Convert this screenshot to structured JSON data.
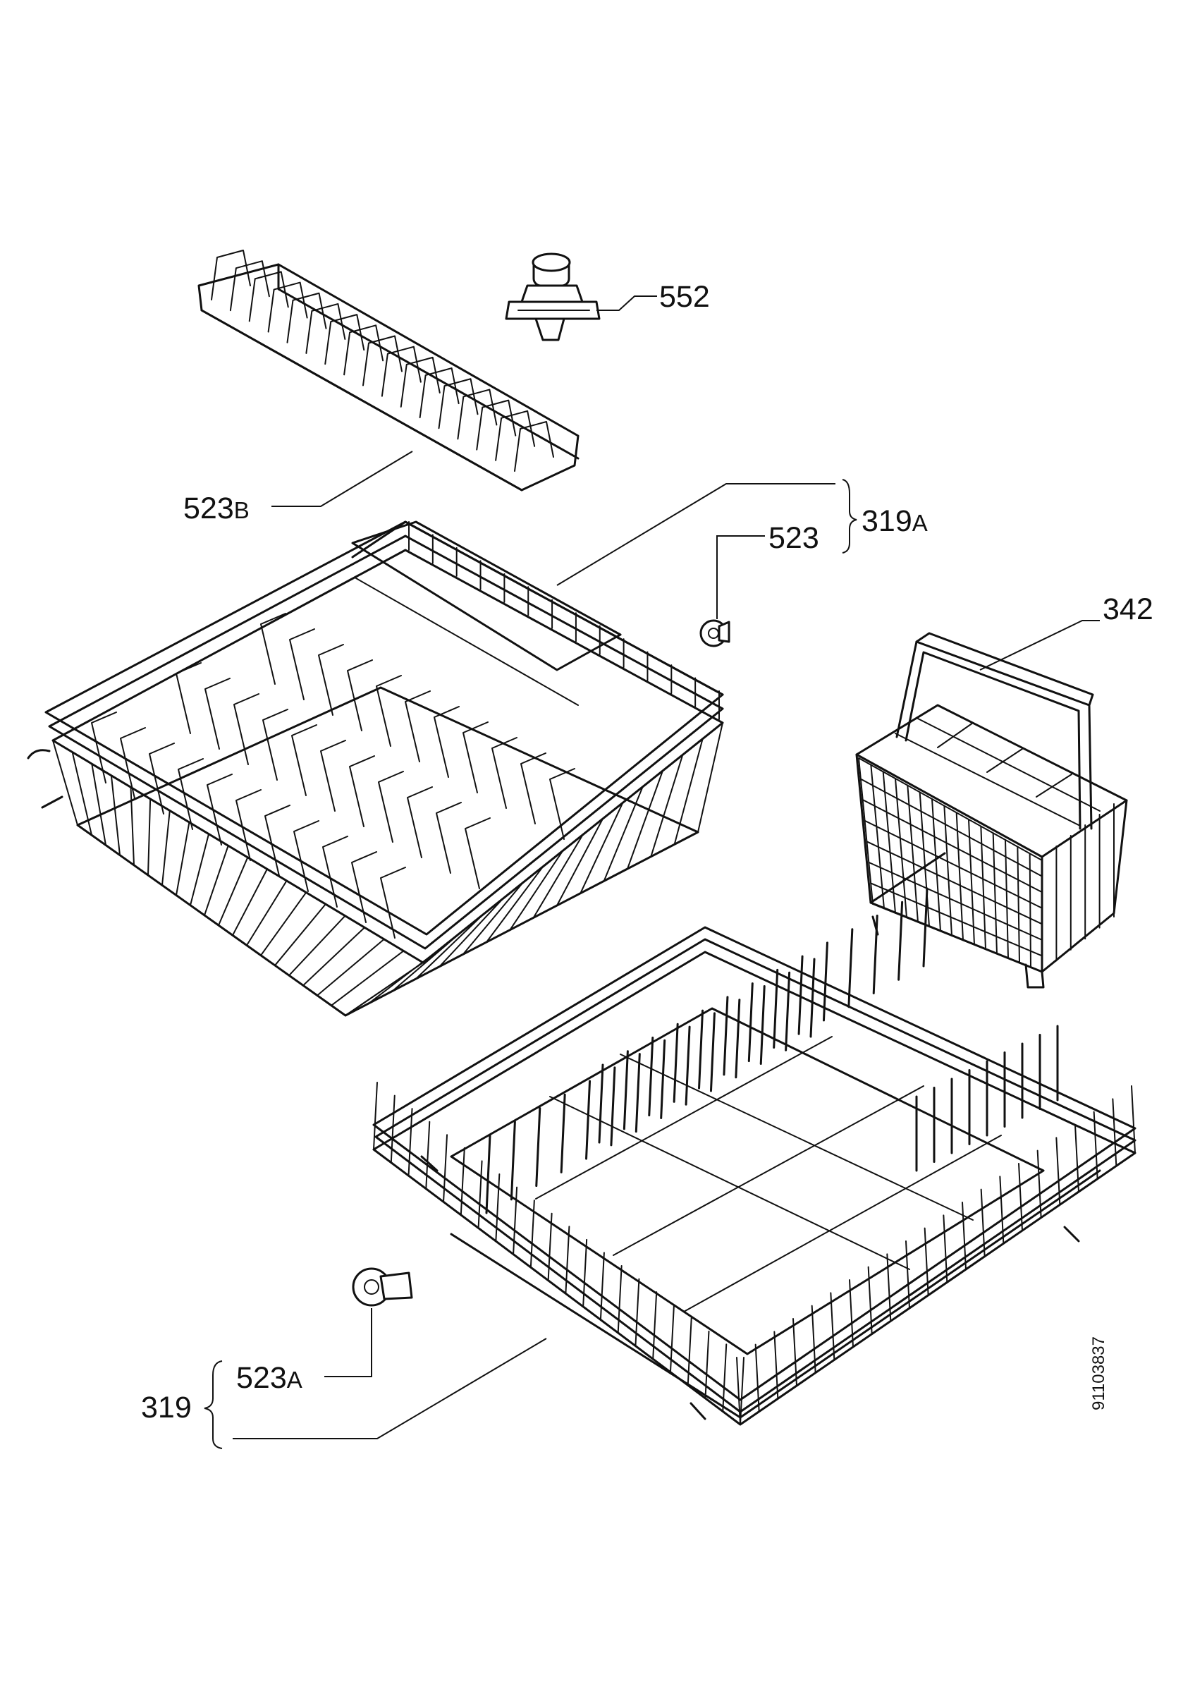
{
  "labels": {
    "p552": {
      "num": "552",
      "suffix": ""
    },
    "p523b": {
      "num": "523",
      "suffix": "B"
    },
    "p319a": {
      "num": "319",
      "suffix": "A"
    },
    "p523": {
      "num": "523",
      "suffix": ""
    },
    "p342": {
      "num": "342",
      "suffix": ""
    },
    "p523a": {
      "num": "523",
      "suffix": "A"
    },
    "p319": {
      "num": "319",
      "suffix": ""
    }
  },
  "drawing_number": "91103837"
}
